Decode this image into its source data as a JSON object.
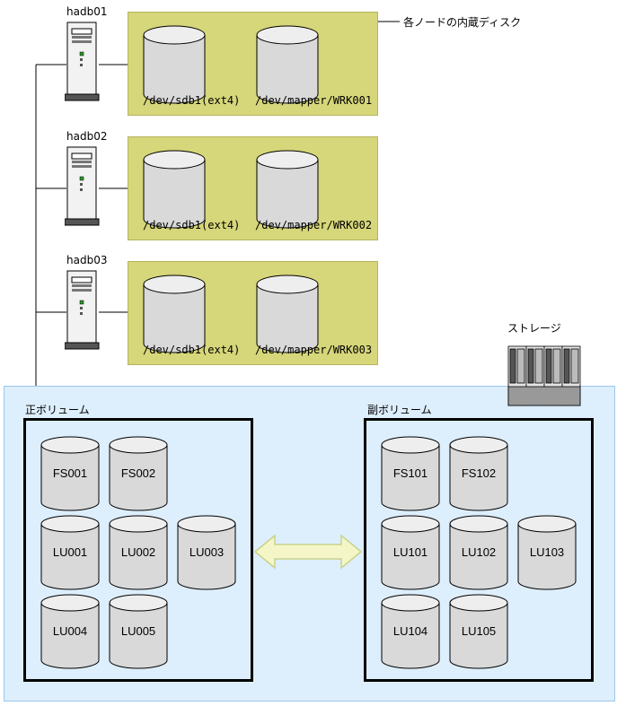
{
  "nodes": [
    {
      "name": "hadb01",
      "disk1": "/dev/sdb1(ext4)",
      "disk2": "/dev/mapper/WRK001"
    },
    {
      "name": "hadb02",
      "disk1": "/dev/sdb1(ext4)",
      "disk2": "/dev/mapper/WRK002"
    },
    {
      "name": "hadb03",
      "disk1": "/dev/sdb1(ext4)",
      "disk2": "/dev/mapper/WRK003"
    }
  ],
  "internal_disk_label": "各ノードの内蔵ディスク",
  "storage_label": "ストレージ",
  "primary": {
    "label": "正ボリューム",
    "volumes": [
      "FS001",
      "FS002",
      "LU001",
      "LU002",
      "LU003",
      "LU004",
      "LU005"
    ]
  },
  "secondary": {
    "label": "副ボリューム",
    "volumes": [
      "FS101",
      "FS102",
      "LU101",
      "LU102",
      "LU103",
      "LU104",
      "LU105"
    ]
  },
  "colors": {
    "node_box": "#d6d67a",
    "storage_bg": "#ddeefc",
    "arrow_fill": "#f4f6c8"
  }
}
